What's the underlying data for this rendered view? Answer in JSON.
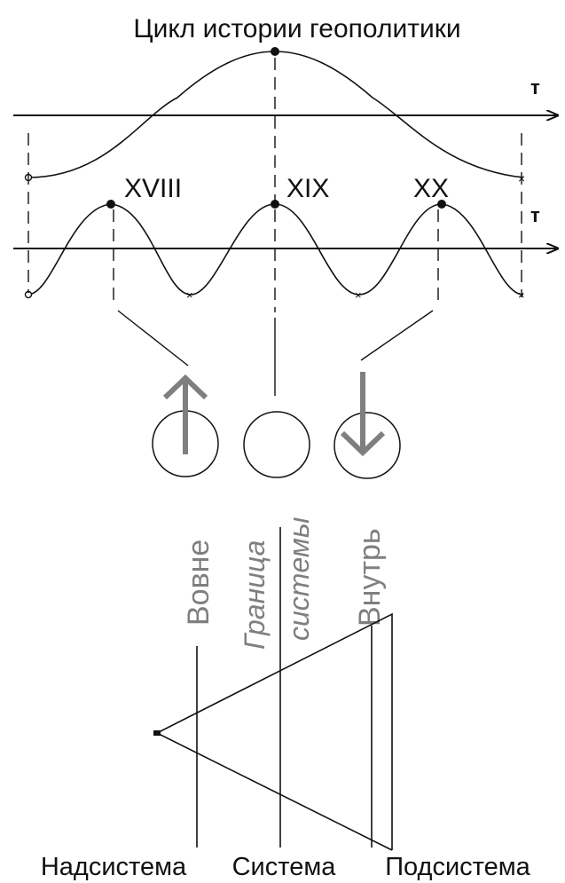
{
  "title": "Цикл истории геополитики",
  "axis_label": "т",
  "centuries": [
    "XVIII",
    "XIX",
    "XX"
  ],
  "direction_labels": {
    "outward": "Вовне",
    "boundary_line1": "Граница",
    "boundary_line2": "системы",
    "inward": "Внутрь"
  },
  "level_labels": [
    "Надсистема",
    "Система",
    "Подсистема"
  ],
  "colors": {
    "ink": "#111111",
    "gray": "#7f7f7f"
  },
  "icons": [
    "arrow-up-icon",
    "circle-icon",
    "arrow-down-icon"
  ]
}
